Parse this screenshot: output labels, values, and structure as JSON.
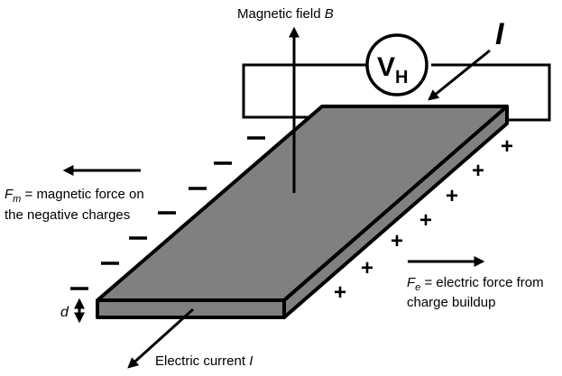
{
  "labels": {
    "magnetic_field": "Magnetic field ",
    "magnetic_field_symbol": "B",
    "current_symbol": "I",
    "voltmeter_symbol": "V",
    "voltmeter_subscript": "H",
    "fm_symbol": "F",
    "fm_subscript": "m",
    "fm_text_line1": " = magnetic force on",
    "fm_text_line2": "the negative charges",
    "fe_symbol": "F",
    "fe_subscript": "e",
    "fe_text_line1": " = electric force from",
    "fe_text_line2": "charge buildup",
    "thickness_symbol": "d",
    "electric_current": "Electric current ",
    "electric_current_symbol": "I",
    "plus": "+"
  },
  "colors": {
    "plate_fill": "#808080",
    "stroke": "#000000",
    "background": "#ffffff"
  }
}
